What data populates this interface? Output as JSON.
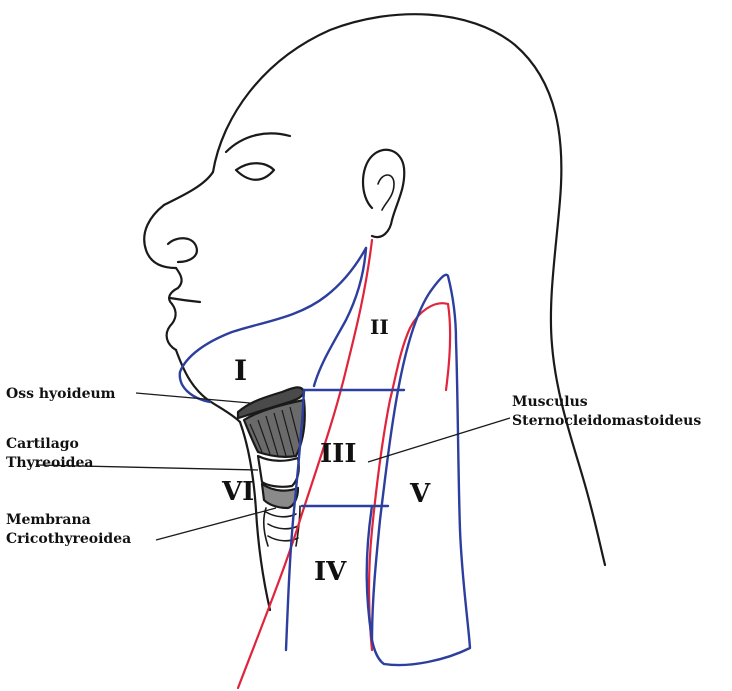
{
  "levels": {
    "I": "I",
    "II": "II",
    "III": "III",
    "IV": "IV",
    "V": "V",
    "VI": "VI"
  },
  "labels": {
    "hyoid": "Oss hyoideum",
    "thyroid_line1": "Cartilago",
    "thyroid_line2": "Thyreoidea",
    "crico_line1": "Membrana",
    "crico_line2": "Cricothyreoidea",
    "scm_line1": "Musculus",
    "scm_line2": "Sternocleidomastoideus"
  },
  "colors": {
    "level_boundary": "#2c3f9e",
    "muscle_outline": "#e0243c",
    "ink": "#1a1a1a"
  }
}
